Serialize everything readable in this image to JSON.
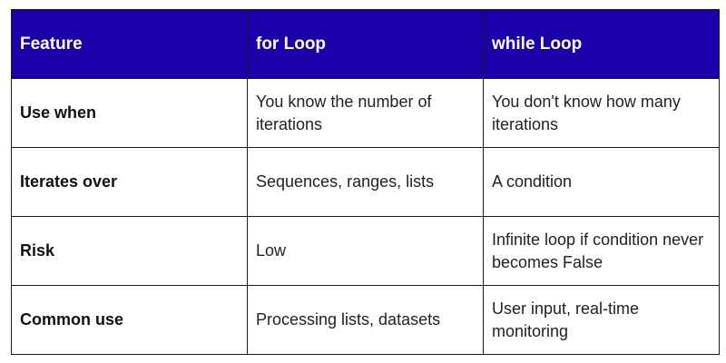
{
  "table": {
    "columns": [
      "Feature",
      "for Loop",
      "while Loop"
    ],
    "rows": [
      {
        "feature": "Use when",
        "for_loop": "You know the number of iterations",
        "while_loop": "You don't know how many iterations"
      },
      {
        "feature": "Iterates over",
        "for_loop": "Sequences, ranges, lists",
        "while_loop": "A condition"
      },
      {
        "feature": "Risk",
        "for_loop": "Low",
        "while_loop": "Infinite loop if condition never becomes False"
      },
      {
        "feature": "Common use",
        "for_loop": "Processing lists, datasets",
        "while_loop": "User input, real-time monitoring"
      }
    ]
  },
  "colors": {
    "header_background": "#1a00a8",
    "header_text": "#ffffff",
    "border": "#1a1a1a"
  }
}
